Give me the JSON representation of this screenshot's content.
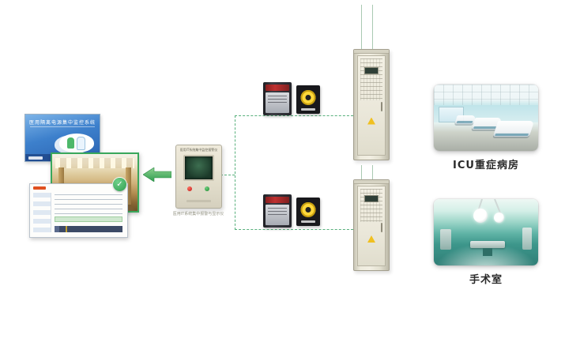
{
  "page": {
    "background": "#ffffff"
  },
  "connector": {
    "color": "#58b07c",
    "style": "dashed"
  },
  "screens": {
    "login": {
      "title": "医用隔离电源集中监控系统"
    }
  },
  "badge": {
    "check": "✓"
  },
  "monitor": {
    "title": "医用IT系统集中监控报警仪",
    "caption": "医用IT系统集中报警与显示仪"
  },
  "branches": {
    "icu": {
      "label": "ICU重症病房"
    },
    "operating": {
      "label": "手术室"
    }
  }
}
